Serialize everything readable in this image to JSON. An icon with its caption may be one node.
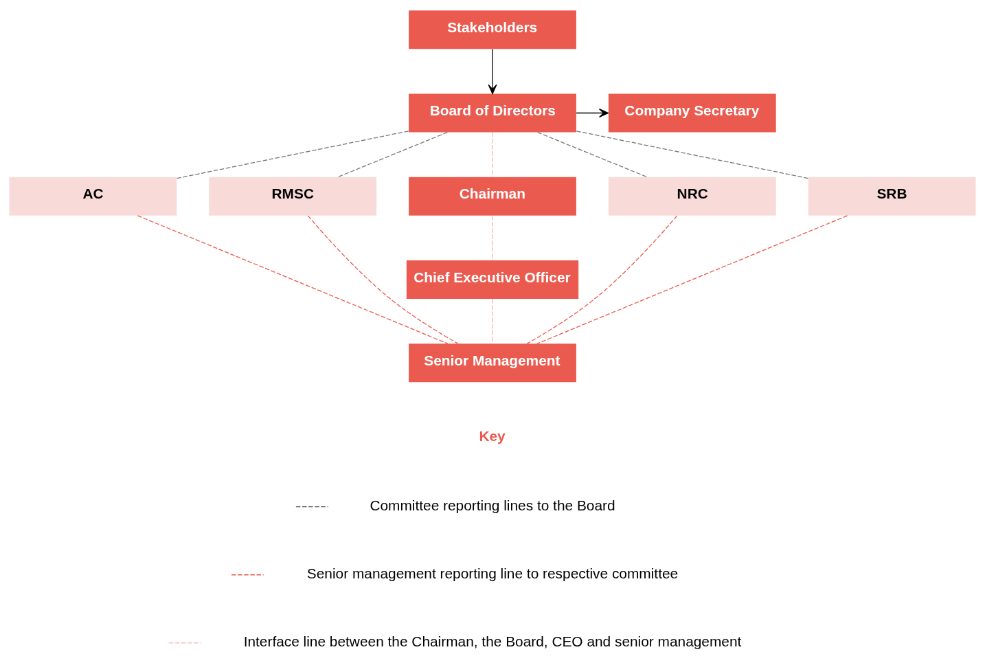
{
  "diagram": {
    "nodes": [
      {
        "text": [
          "Stakeholders"
        ]
      },
      {
        "text": [
          "Board of Directors"
        ]
      },
      {
        "text": [
          "Company Secretary"
        ]
      },
      {
        "text": [
          "AC"
        ]
      },
      {
        "text": [
          "RMSC"
        ]
      },
      {
        "text": [
          "Chairman"
        ]
      },
      {
        "text": [
          "NRC"
        ]
      },
      {
        "text": [
          "SRB"
        ]
      },
      {
        "text": [
          "Chief Executive Officer"
        ]
      },
      {
        "text": [
          "Senior Management"
        ]
      }
    ],
    "edges": [
      {
        "from": 0,
        "to": 1,
        "arrow": "to",
        "color": "#000000"
      },
      {
        "from": 1,
        "to": 2,
        "arrow": "to",
        "color": "#000000"
      },
      {
        "from": 1,
        "to": 3,
        "arrow": "none",
        "style": "dashed",
        "color": "#777777"
      },
      {
        "from": 1,
        "to": 4,
        "arrow": "none",
        "style": "dashed",
        "color": "#777777"
      },
      {
        "from": 1,
        "to": 6,
        "arrow": "none",
        "style": "dashed",
        "color": "#777777"
      },
      {
        "from": 1,
        "to": 7,
        "arrow": "none",
        "style": "dashed",
        "color": "#777777"
      },
      {
        "from": 1,
        "to": 5,
        "arrow": "none",
        "style": "dashed",
        "color": "#f4b5b0"
      },
      {
        "from": 5,
        "to": 8,
        "arrow": "none",
        "style": "dashed",
        "color": "#f4b5b0"
      },
      {
        "from": 8,
        "to": 9,
        "arrow": "none",
        "style": "dashed",
        "color": "#f4b5b0"
      },
      {
        "from": 3,
        "to": 9,
        "arrow": "none",
        "style": "dashed",
        "color": "#eb5a4e"
      },
      {
        "from": 4,
        "to": 9,
        "arrow": "none",
        "style": "dashed",
        "color": "#eb5a4e"
      },
      {
        "from": 6,
        "to": 9,
        "arrow": "none",
        "style": "dashed",
        "color": "#eb5a4e"
      },
      {
        "from": 7,
        "to": 9,
        "arrow": "none",
        "style": "dashed",
        "color": "#eb5a4e"
      }
    ],
    "labels": [
      "Key"
    ],
    "legend": [
      {
        "text": "Committee reporting lines to the Board"
      },
      {
        "text": "Senior management reporting line to respective committee"
      },
      {
        "text": "Interface line between the Chairman, the Board, CEO and senior management"
      }
    ]
  }
}
